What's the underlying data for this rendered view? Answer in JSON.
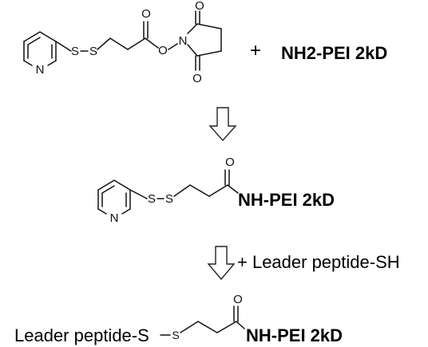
{
  "reagents": {
    "plus": "+",
    "polymer": "NH2-PEI 2kD"
  },
  "step2": {
    "reagent_label": "+ Leader peptide-SH"
  },
  "products": {
    "intermediate_amide": "NH-PEI 2kD",
    "final_prefix": "Leader peptide-S",
    "final_amide": "NH-PEI 2kD"
  },
  "atoms": {
    "N": "N",
    "S": "S",
    "O": "O"
  }
}
